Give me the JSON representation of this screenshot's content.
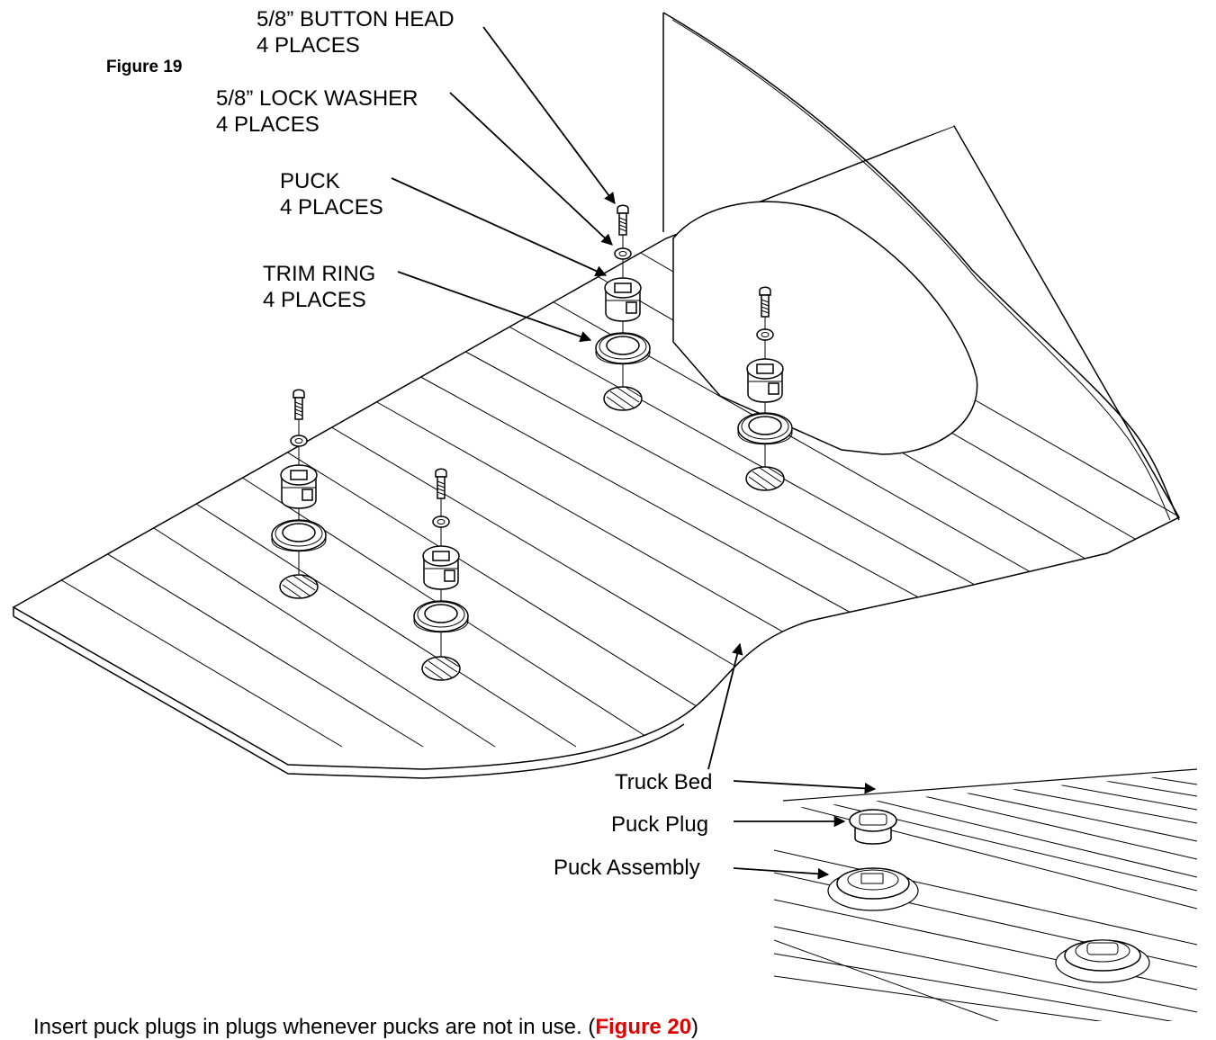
{
  "figure_title": "Figure 19",
  "callouts": {
    "button_head": [
      "5/8”  BUTTON HEAD",
      "4 PLACES"
    ],
    "lock_washer": [
      "5/8”  LOCK WASHER",
      "4 PLACES"
    ],
    "puck": [
      "PUCK",
      "4 PLACES"
    ],
    "trim_ring": [
      "TRIM RING",
      "4 PLACES"
    ]
  },
  "inset_labels": {
    "truck_bed": "Truck Bed",
    "puck_plug": "Puck Plug",
    "puck_assembly": "Puck Assembly"
  },
  "caption": {
    "text": "Insert puck plugs in plugs whenever pucks are not in use. (",
    "ref": "Figure 20",
    "tail": ")"
  },
  "colors": {
    "line": "#000000",
    "reference": "#e00000"
  }
}
